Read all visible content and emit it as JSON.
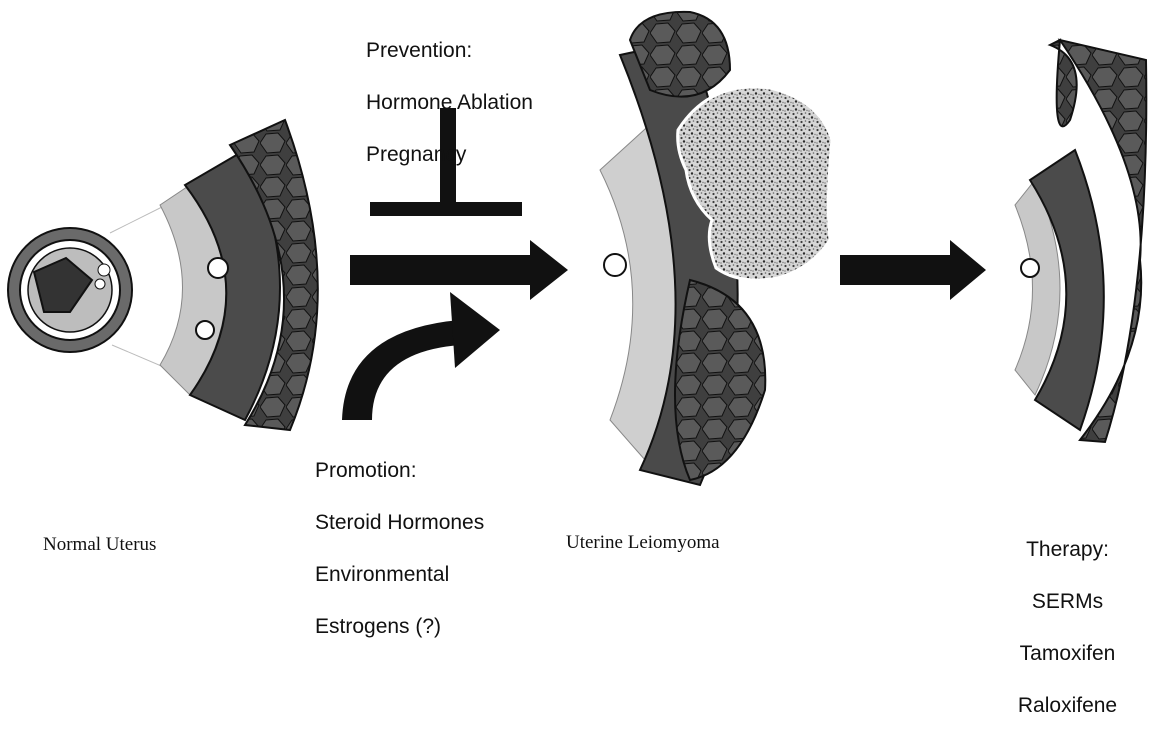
{
  "labels": {
    "prevention_heading": "Prevention:",
    "prevention_items": [
      "Hormone Ablation",
      "Pregnancy"
    ],
    "promotion_heading": "Promotion:",
    "promotion_items": [
      "Steroid Hormones",
      "Environmental",
      "Estrogens (?)"
    ],
    "therapy_heading": "Therapy:",
    "therapy_items": [
      "SERMs",
      "Tamoxifen",
      "Raloxifene"
    ],
    "stage_normal": "Normal Uterus",
    "stage_leiomyoma": "Uterine Leiomyoma"
  },
  "colors": {
    "ink": "#111111",
    "cell_fill": "#4a4a4a",
    "stroma_light": "#bdbdbd",
    "muscle_dark": "#3a3a3a",
    "tumor_speckle": "#8a8a8a",
    "background": "#ffffff"
  },
  "icons": {
    "inhibition": "t-bar-inhibition-icon",
    "promotion": "curved-arrow-icon",
    "progression": "right-arrow-icon"
  }
}
